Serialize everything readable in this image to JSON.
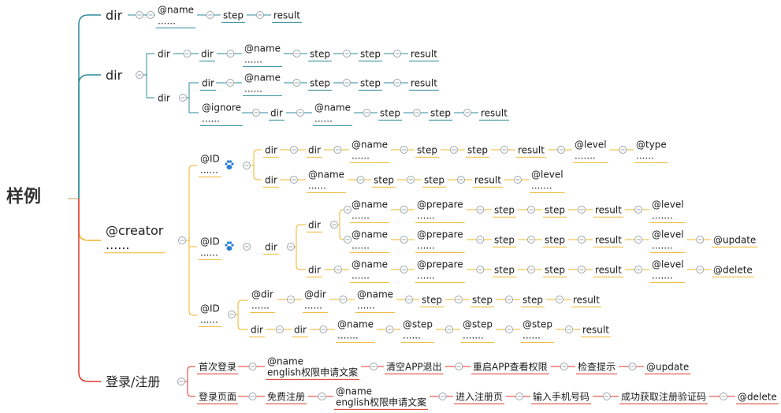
{
  "root": {
    "label": "样例"
  },
  "colors": {
    "b1": "#2b8a9c",
    "b2": "#2b8a9c",
    "b3": "#f0b428",
    "b4": "#e0362c",
    "toggle": "#9aa6ad"
  },
  "nodes": {
    "b1": {
      "label": "dir",
      "k1": [
        "@name",
        "......"
      ],
      "k2": "step",
      "k3": "result"
    },
    "b2": {
      "label": "dir",
      "r1": {
        "label": "dir",
        "k1": "dir",
        "k2": [
          "@name",
          "......"
        ],
        "k3": "step",
        "k4": "step",
        "k5": "result"
      },
      "r2": {
        "label": "dir",
        "s1": {
          "k1": "dir",
          "k2": [
            "@name",
            "......"
          ],
          "k3": "step",
          "k4": "step",
          "k5": "result"
        },
        "s2": {
          "label": [
            "@ignore",
            "......"
          ],
          "k1": "dir",
          "k2": [
            "@name",
            "......"
          ],
          "k3": "step",
          "k4": "step",
          "k5": "result"
        }
      }
    },
    "b3": {
      "label": [
        "@creator",
        "......"
      ],
      "id1": {
        "label": [
          "@ID",
          "......"
        ],
        "a": {
          "k1": "dir",
          "k2": "dir",
          "k3": [
            "@name",
            "......"
          ],
          "k4": "step",
          "k5": "step",
          "k6": "result",
          "k7": [
            "@level",
            "......."
          ],
          "k8": [
            "@type",
            "......"
          ]
        },
        "b": {
          "k1": "dir",
          "k2": [
            "@name",
            "......"
          ],
          "k3": "step",
          "k4": "step",
          "k5": "result",
          "k6": [
            "@level",
            "......."
          ]
        }
      },
      "id2": {
        "label": [
          "@ID",
          "......"
        ],
        "d1": "dir",
        "d2": "dir",
        "a": {
          "k1": [
            "@name",
            "......"
          ],
          "k2": [
            "@prepare",
            "......"
          ],
          "k3": "step",
          "k4": "step",
          "k5": "result",
          "k6": [
            "@level",
            "......."
          ]
        },
        "b": {
          "k1": [
            "@name",
            "......"
          ],
          "k2": [
            "@prepare",
            "......"
          ],
          "k3": "step",
          "k4": "step",
          "k5": "result",
          "k6": [
            "@level",
            "......."
          ],
          "k7": "@update"
        },
        "c": {
          "d": "dir",
          "k1": [
            "@name",
            "......"
          ],
          "k2": [
            "@prepare",
            "......"
          ],
          "k3": "step",
          "k4": "step",
          "k5": "result",
          "k6": [
            "@level",
            "......."
          ],
          "k7": "@delete"
        }
      },
      "id3": {
        "label": [
          "@ID",
          "......"
        ],
        "a": {
          "k1": [
            "@dir",
            "......"
          ],
          "k2": [
            "@dir",
            "......"
          ],
          "k3": [
            "@name",
            "......"
          ],
          "k4": "step",
          "k5": "step",
          "k6": "step",
          "k7": "result"
        },
        "b": {
          "k1": "dir",
          "k2": "dir",
          "k3": [
            "@name",
            "......."
          ],
          "k4": [
            "@step",
            "......"
          ],
          "k5": [
            "@step",
            "......."
          ],
          "k6": [
            "@step",
            "......"
          ],
          "k7": "result"
        }
      }
    },
    "b4": {
      "label": "登录/注册",
      "r1": {
        "k1": "首次登录",
        "k2": [
          "@name",
          "english权限申请文案"
        ],
        "k3": "清空APP退出",
        "k4": "重启APP查看权限",
        "k5": "检查提示",
        "k6": "@update"
      },
      "r2": {
        "k1": "登录页面",
        "k2": "免费注册",
        "k3": [
          "@name",
          "english权限申请文案"
        ],
        "k4": "进入注册页",
        "k5": "输入手机号码",
        "k6": "成功获取注册验证码",
        "k7": "@delete"
      }
    }
  }
}
